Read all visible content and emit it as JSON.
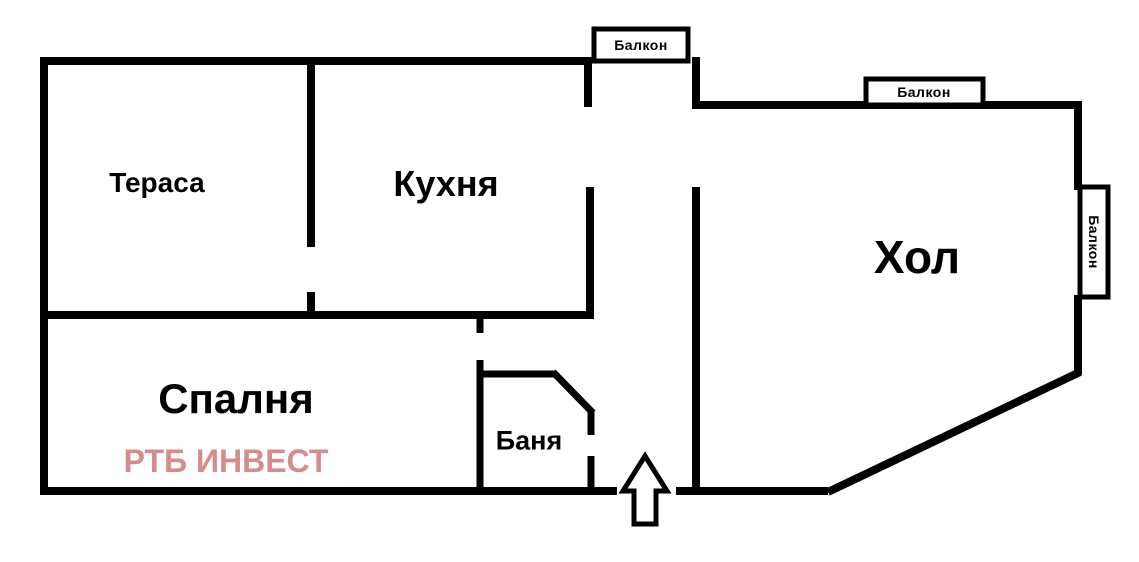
{
  "floor_plan": {
    "colors": {
      "wall": "#000000",
      "background": "#ffffff",
      "watermark": "#d68c8c"
    },
    "rooms": {
      "terrace": {
        "label": "Тераса"
      },
      "kitchen": {
        "label": "Кухня"
      },
      "hall": {
        "label": "Хол"
      },
      "bedroom": {
        "label": "Спалня"
      },
      "bathroom": {
        "label": "Баня"
      }
    },
    "balconies": {
      "top": {
        "label": "Балкон"
      },
      "upper_right": {
        "label": "Балкон"
      },
      "right": {
        "label": "Балкон"
      }
    },
    "watermark": {
      "text": "РТБ ИНВЕСТ"
    }
  }
}
